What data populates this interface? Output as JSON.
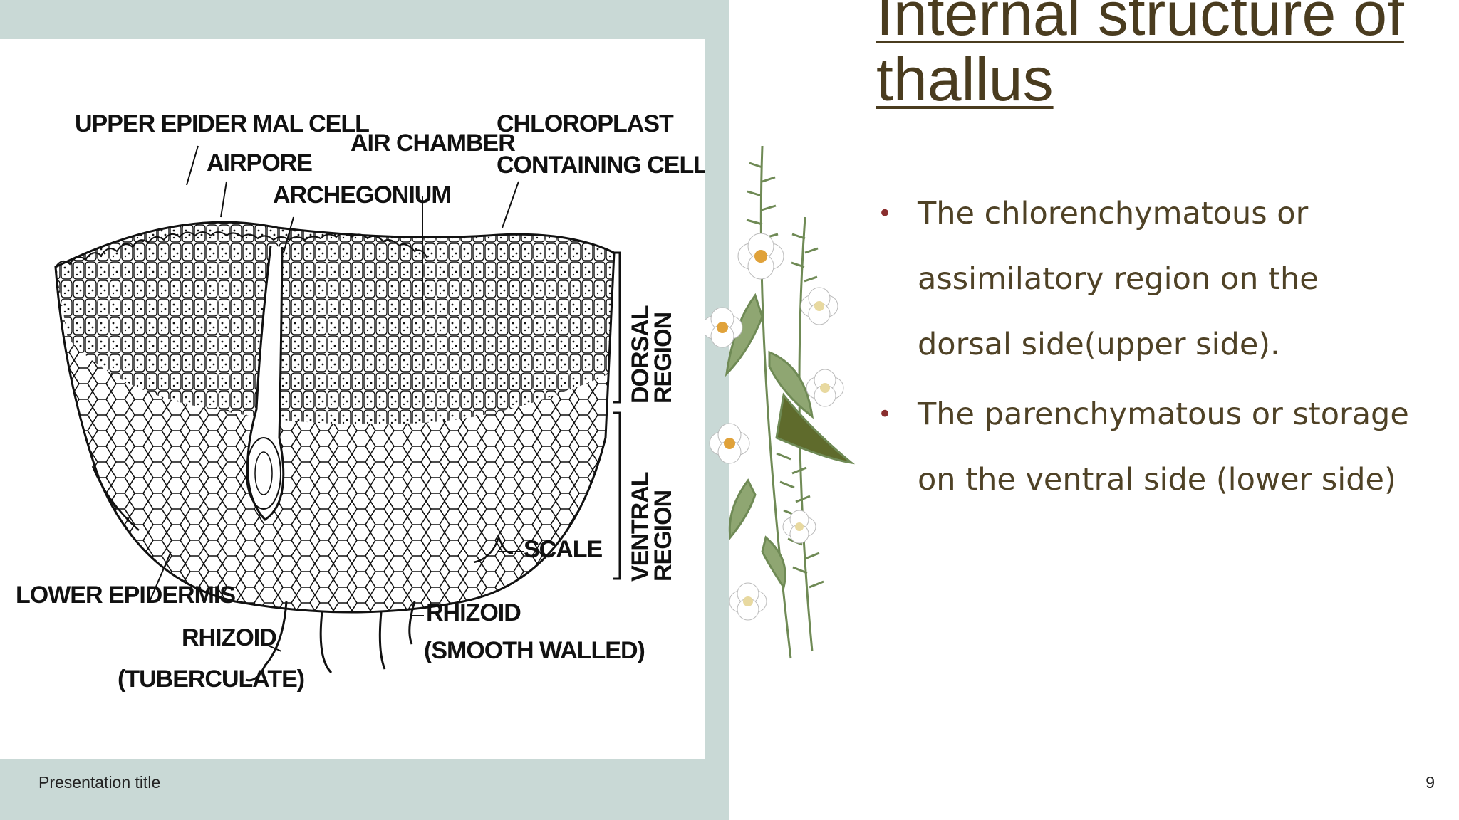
{
  "slide": {
    "title": "Internal structure of thallus",
    "bullets": [
      "The chlorenchymatous or assimilatory region on the dorsal side(upper side).",
      "The parenchymatous or storage on the ventral side (lower side)"
    ],
    "footer_title": "Presentation title",
    "page_number": "9"
  },
  "diagram": {
    "labels": {
      "upper_epidermal_cell": "UPPER EPIDER MAL CELL",
      "airpore": "AIRPORE",
      "air_chamber": "AIR CHAMBER",
      "chloroplast_1": "CHLOROPLAST",
      "chloroplast_2": "CONTAINING CELLS",
      "archegonium": "ARCHEGONIUM",
      "dorsal_1": "DORSAL",
      "dorsal_2": "REGION",
      "ventral_1": "VENTRAL",
      "ventral_2": "REGION",
      "scale": "SCALE",
      "lower_epidermis": "LOWER EPIDERMIS",
      "rhizoid_left": "RHIZOID",
      "tuberculate": "(TUBERCULATE)",
      "rhizoid_right": "RHIZOID",
      "smooth_walled": "(SMOOTH WALLED)"
    }
  },
  "colors": {
    "left_panel": "#c9d9d6",
    "title": "#4a3c1f",
    "body_text": "#4f4226",
    "bullet": "#8a2e2e",
    "fern": "#6f8a55",
    "flower": "#ffffff",
    "flower_center": "#e0a23a"
  }
}
